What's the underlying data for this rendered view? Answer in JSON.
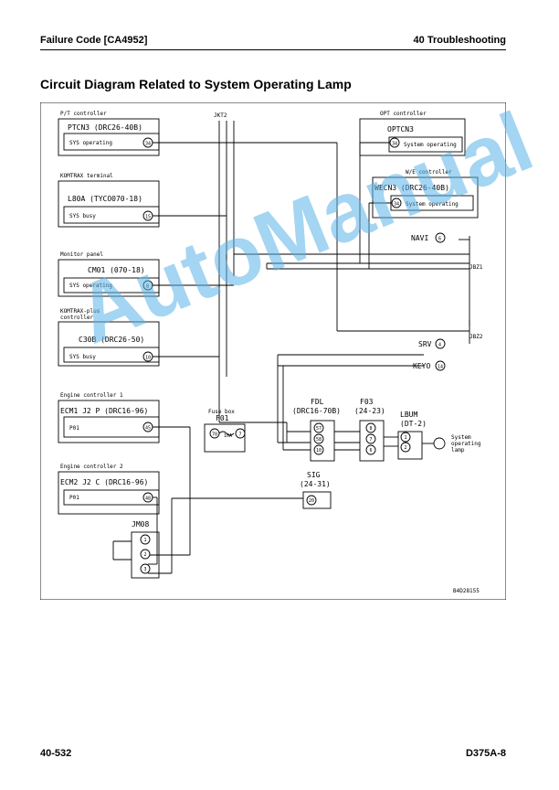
{
  "header": {
    "left": "Failure Code [CA4952]",
    "right": "40 Troubleshooting"
  },
  "title": "Circuit Diagram Related to System Operating Lamp",
  "diagram": {
    "pt_controller": {
      "title": "P/T controller",
      "connector": "PTCN3 (DRC26-40B)",
      "signal": "SYS operating",
      "pin": "34"
    },
    "komtrax_terminal": {
      "title": "KOMTRAX terminal",
      "connector": "L80A (TYCO070-18)",
      "signal": "SYS busy",
      "pin": "15"
    },
    "monitor_panel": {
      "title": "Monitor panel",
      "connector": "CM01 (070-18)",
      "signal": "SYS operating",
      "pin": "8"
    },
    "komtrax_plus": {
      "title_line1": "KOMTRAX-plus",
      "title_line2": "controller",
      "connector": "C30B (DRC26-50)",
      "signal": "SYS busy",
      "pin": "10"
    },
    "engine_controller_1": {
      "title": "Engine controller 1",
      "connector": "ECM1 J2 P (DRC16-96)",
      "signal": "P01",
      "pin": "45"
    },
    "engine_controller_2": {
      "title": "Engine controller 2",
      "connector": "ECM2 J2 C (DRC16-96)",
      "signal": "P01",
      "pin": "48"
    },
    "opt_controller": {
      "title": "OPT controller",
      "connector": "OPTCN3",
      "signal": "System operating",
      "pin": "34"
    },
    "we_controller": {
      "title": "W/E controller",
      "connector": "WECN3 (DRC26-40B)",
      "signal": "System operating",
      "pin": "34"
    },
    "jkt2": "JKT2",
    "jbz1": "JBZ1",
    "jbz2": "JBZ2",
    "navi": {
      "label": "NAVI",
      "pin": "6"
    },
    "srv": {
      "label": "SRV",
      "pin": "4"
    },
    "keyo": {
      "label": "KEYO",
      "pin": "14"
    },
    "fuse_box": {
      "title": "Fuse box",
      "name": "F01",
      "pin_in": "70",
      "rating": "10A",
      "pin_out": "7"
    },
    "fdl": {
      "name": "FDL",
      "spec": "(DRC16-70B)",
      "pins": [
        "57",
        "58",
        "10"
      ]
    },
    "f03": {
      "name": "F03",
      "spec": "(24-23)",
      "pins": [
        "8",
        "7",
        "6"
      ]
    },
    "lbum": {
      "name": "LBUM",
      "spec": "(DT-2)",
      "pins": [
        "1",
        "2"
      ]
    },
    "lamp": {
      "line1": "System",
      "line2": "operating",
      "line3": "lamp"
    },
    "sig": {
      "name": "SIG",
      "spec": "(24-31)",
      "pin": "20"
    },
    "jm08": {
      "name": "JM08",
      "pins": [
        "1",
        "2",
        "3"
      ]
    },
    "code": "B4D28155"
  },
  "watermark": "AutoManual",
  "footer": {
    "left": "40-532",
    "right": "D375A-8"
  }
}
